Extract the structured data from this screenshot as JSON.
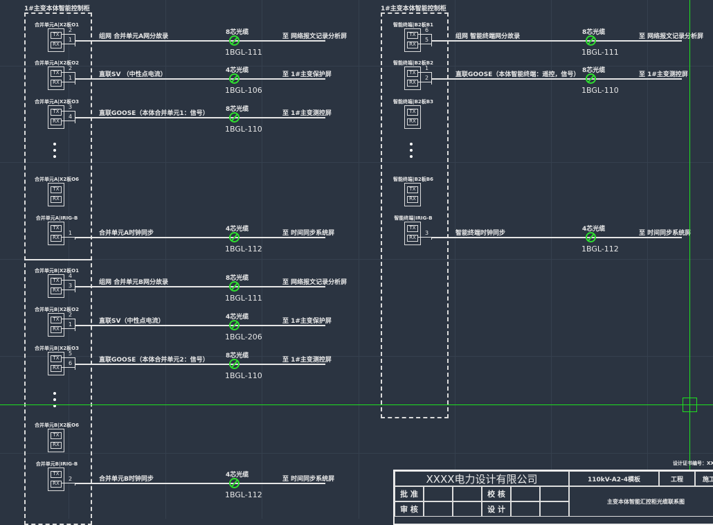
{
  "left_cabinet": {
    "title": "1#主变本体智能控制柜",
    "ports": [
      {
        "label": "合并单元A|X2板O1",
        "pins": [
          "2",
          "1"
        ],
        "cable": {
          "desc": "组网 合并单元A网分故录",
          "type": "8芯光缆",
          "id": "1BGL-111",
          "dest": "至  网络报文记录分析屏"
        }
      },
      {
        "label": "合并单元A|X2板O2",
        "pins": [
          "2",
          "1"
        ],
        "cable": {
          "desc": "直联SV （中性点电流）",
          "type": "4芯光缆",
          "id": "1BGL-106",
          "dest": "至  1#主变保护屏"
        }
      },
      {
        "label": "合并单元A|X2板O3",
        "pins": [
          "3",
          "4"
        ],
        "cable": {
          "desc": "直联GOOSE（本体合并单元1：信号）",
          "type": "8芯光缆",
          "id": "1BGL-110",
          "dest": "至  1#主变测控屏"
        }
      },
      {
        "label": "合并单元A|X2板O6",
        "pins": [],
        "cable": null
      },
      {
        "label": "合并单元A|IRIG-B",
        "pins": [
          "",
          "1"
        ],
        "cable": {
          "desc": "合并单元A时钟同步",
          "type": "4芯光缆",
          "id": "1BGL-112",
          "dest": "至  时间同步系统屏"
        }
      },
      {
        "label": "合并单元B|X2板O1",
        "pins": [
          "4",
          "3"
        ],
        "cable": {
          "desc": "组网 合并单元B网分故录",
          "type": "8芯光缆",
          "id": "1BGL-111",
          "dest": "至  网络报文记录分析屏"
        }
      },
      {
        "label": "合并单元B|X2板O2",
        "pins": [
          "2",
          "1"
        ],
        "cable": {
          "desc": "直联SV（中性点电流）",
          "type": "4芯光缆",
          "id": "1BGL-206",
          "dest": "至  1#主变保护屏"
        }
      },
      {
        "label": "合并单元B|X2板O3",
        "pins": [
          "5",
          "6"
        ],
        "cable": {
          "desc": "直联GOOSE（本体合并单元2：信号）",
          "type": "8芯光缆",
          "id": "1BGL-110",
          "dest": "至  1#主变测控屏"
        }
      },
      {
        "label": "合并单元B|X2板O6",
        "pins": [],
        "cable": null
      },
      {
        "label": "合并单元B|IRIG-B",
        "pins": [
          "",
          "2"
        ],
        "cable": {
          "desc": "合并单元B时钟同步",
          "type": "4芯光缆",
          "id": "1BGL-112",
          "dest": "至  时间同步系统屏"
        }
      }
    ]
  },
  "right_cabinet": {
    "title": "1#主变本体智能控制柜",
    "ports": [
      {
        "label": "智能终端|B2板B1",
        "pins": [
          "6",
          "5"
        ],
        "cable": {
          "desc": "组网 智能终端网分故录",
          "type": "8芯光缆",
          "id": "1BGL-111",
          "dest": "至  网络报文记录分析屏"
        }
      },
      {
        "label": "智能终端|B2板B2",
        "pins": [
          "1",
          "2"
        ],
        "cable": {
          "desc": "直联GOOSE（本体智能终端：遥控，信号）",
          "type": "8芯光缆",
          "id": "1BGL-110",
          "dest": "至  1#主变测控屏"
        }
      },
      {
        "label": "智能终端|B2板B3",
        "pins": [],
        "cable": null
      },
      {
        "label": "智能终端|B2板B6",
        "pins": [],
        "cable": null
      },
      {
        "label": "智能终端|IRIG-B",
        "pins": [
          "",
          "3"
        ],
        "cable": {
          "desc": "智能终端时钟同步",
          "type": "4芯光缆",
          "id": "1BGL-112",
          "dest": "至  时间同步系统屏"
        }
      }
    ]
  },
  "port_io": {
    "tx": "TX",
    "rx": "RX"
  },
  "title_block": {
    "cert": "设计证书编号：XXXXX",
    "company": "XXXX电力设计有限公司",
    "approve": "批 准",
    "review": "审 核",
    "check": "校 核",
    "design": "设 计",
    "project": "110kV-A2-4模板",
    "project_suffix": "工程",
    "stage": "施工",
    "drawing_title": "主变本体智能汇控柜光缆联系图"
  },
  "colors": {
    "background": "#2b3441",
    "line": "#e6e6e6",
    "cable_symbol": "#2fe02f",
    "crosshair": "#1fe21f"
  }
}
